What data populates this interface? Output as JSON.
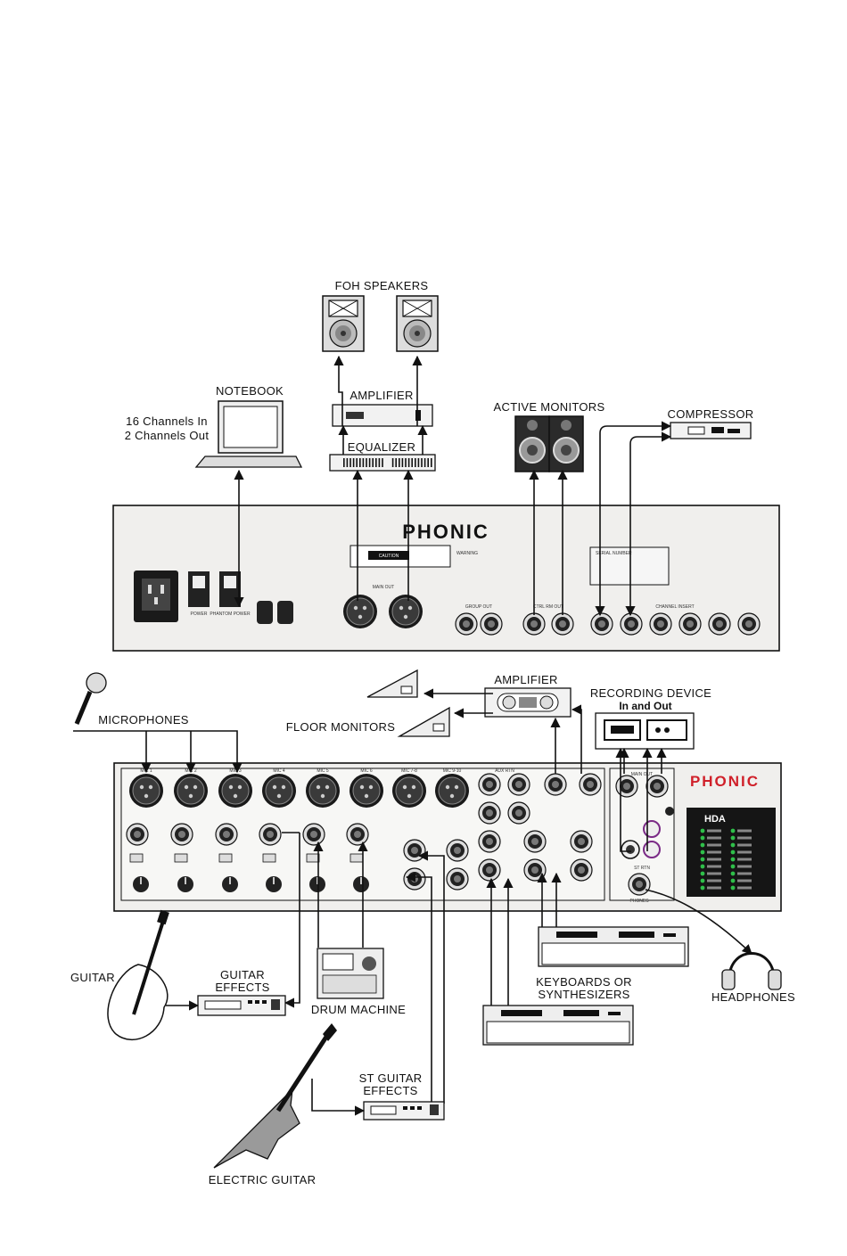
{
  "labels": {
    "foh_speakers": "FOH SPEAKERS",
    "notebook": "NOTEBOOK",
    "channels_in": "16 Channels In",
    "channels_out": "2 Channels Out",
    "amplifier_top": "AMPLIFIER",
    "equalizer": "EQUALIZER",
    "active_monitors": "ACTIVE MONITORS",
    "compressor": "COMPRESSOR",
    "amplifier_bottom": "AMPLIFIER",
    "recording_device": "RECORDING DEVICE",
    "recording_device_sub": "In and Out",
    "microphones": "MICROPHONES",
    "floor_monitors": "FLOOR MONITORS",
    "guitar": "GUITAR",
    "guitar_effects_1": "GUITAR",
    "guitar_effects_2": "EFFECTS",
    "drum_machine": "DRUM MACHINE",
    "keyboards_1": "KEYBOARDS OR",
    "keyboards_2": "SYNTHESIZERS",
    "headphones": "HEADPHONES",
    "st_guitar_effects_1": "ST GUITAR",
    "st_guitar_effects_2": "EFFECTS",
    "electric_guitar": "ELECTRIC GUITAR"
  },
  "rear_panel": {
    "brand": "PHONIC",
    "caution": "CAUTION",
    "warning": "WARNING",
    "main_out": "MAIN OUT",
    "group_out": "GROUP OUT",
    "ctrl_rm_out": "CTRL RM OUT",
    "channel_insert": "CHANNEL INSERT",
    "serial_number": "SERIAL NUMBER",
    "power": "POWER",
    "phantom_power": "PHANTOM POWER"
  },
  "front_panel": {
    "brand": "PHONIC",
    "model": "HDA",
    "mic_labels": [
      "MIC 1",
      "MIC 2",
      "MIC 3",
      "MIC 4",
      "MIC 5",
      "MIC 6",
      "MIC 7-8",
      "MIC 9-10"
    ],
    "aux_return": "AUX RTN",
    "main_out": "MAIN OUT",
    "phones": "PHONES",
    "st_rtn": "ST RTN"
  },
  "colors": {
    "line": "#111111",
    "panel": "#f0efed",
    "brand_red": "#d0202a",
    "led_green": "#2fbf4a"
  }
}
